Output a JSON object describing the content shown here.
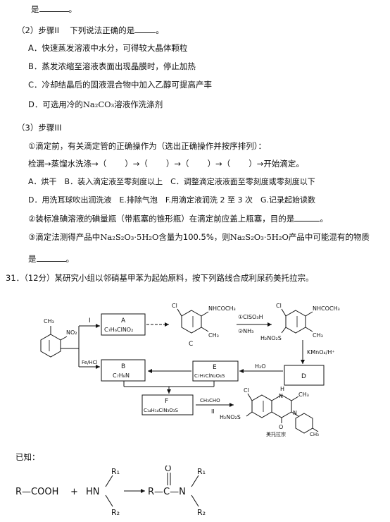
{
  "q_prev": {
    "lead": "是",
    "end": "。"
  },
  "q2": {
    "stem": "（2）步骤II　 下列说法正确的是",
    "end": "。",
    "options": {
      "a": "A．快速蒸发溶液中水分，可得较大晶体颗粒",
      "b": "B．蒸发浓缩至溶液表面出现晶膜时，停止加热",
      "c": "C．冷却结晶后的固液混合物中加入乙醇可提高产率",
      "d_pre": "D．可选用冷的",
      "d_chem": "Na₂CO₃",
      "d_post": "溶液作洗涤剂"
    }
  },
  "q3": {
    "stem": "（3）步骤III",
    "item1": "①滴定前，有关滴定管的正确操作为（选出正确操作并按序排列）：",
    "seq_start": "检漏→蒸馏水洗涤→（",
    "seq_mid": "）→（",
    "seq_end": "）→开始滴定。",
    "opt_line1": "A．烘干　B．装入滴定液至零刻度以上　C．调整滴定液液面至零刻度或零刻度以下",
    "opt_line2": "D．用洗耳球吹出润洗液　E.排除气泡　F.用滴定液润洗 2 至 3 次　G.记录起始读数",
    "item2": "②装标准碘溶液的碘量瓶（带瓶塞的锥形瓶）在滴定前应盖上瓶塞，目的是",
    "item2_end": "。",
    "item3_pre": "③滴定法测得产品中",
    "item3_chem1": "Na₂S₂O₃·5H₂O",
    "item3_mid": "含量为100.5%，则",
    "item3_chem2": "Na₂S₂O₃·5H₂O",
    "item3_post": "产品中可能混有的物质",
    "item3_lead": "是",
    "item3_end": "。"
  },
  "q31": {
    "stem": "31．（12分）某研究小组以邻硝基甲苯为起始原料，按下列路线合成利尿药美托拉宗。"
  },
  "scheme": {
    "start_ch3": "CH₃",
    "start_no2": "NO₂",
    "box_a_label": "A",
    "box_a_formula": "C₇H₆ClNO₂",
    "arrow_i": "I",
    "compound_c": "C",
    "c_cl": "Cl",
    "c_nhcoch3": "NHCOCH₃",
    "c_ch3": "CH₃",
    "reagent_1": "①ClSO₃H",
    "reagent_2": "②NH₃",
    "p_cl": "Cl",
    "p_nhcoch3": "NHCOCH₃",
    "p_so2": "H₂NO₂S",
    "p_ch3": "CH₃",
    "kmno4": "KMnO₄/H⁺",
    "box_d_label": "D",
    "h2o": "H₂O",
    "box_e_label": "E",
    "box_e_formula": "C₇H₇ClN₂O₄S",
    "fe_hcl": "Fe/HCl",
    "box_b_label": "B",
    "box_b_formula": "C₇H₈N",
    "box_f_label": "F",
    "box_f_formula": "C₁₄H₁₄ClN₃O₃S",
    "ch3cho": "CH₃CHO",
    "arrow_ii": "II",
    "m_cl": "Cl",
    "m_h": "H",
    "m_n1": "N",
    "m_n2": "N",
    "m_ch3a": "CH₃",
    "m_so2": "H₂NO₂S",
    "m_o": "O",
    "m_ch3b": "CH₃",
    "m_name": "美托拉宗"
  },
  "known": {
    "title": "已知：",
    "r_cooh": "R—COOH",
    "plus": "+",
    "hn": "HN",
    "r1": "R₁",
    "r2": "R₂",
    "r_prod": "R—C—N",
    "o": "O",
    "r1b": "R₁",
    "r2b": "R₂"
  }
}
